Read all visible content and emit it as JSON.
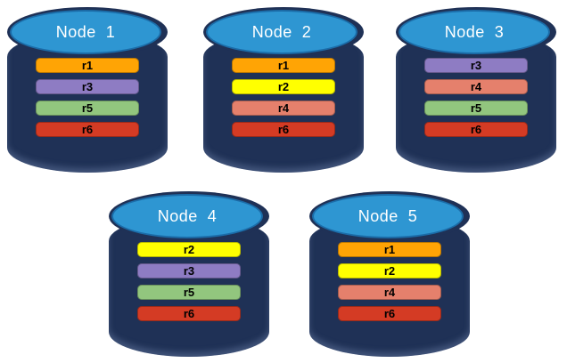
{
  "diagram": {
    "description": "Five database node cylinders showing replica placement",
    "palette": {
      "background": "#FFFFFF",
      "cylinder_body": "#1F3156",
      "cylinder_top_fill": "#2E96D2",
      "cylinder_top_border": "#1B6CA8",
      "node_label_color": "#FFFFFF",
      "replica_label_color": "#000000"
    },
    "replica_palette": {
      "r1": "#FFA405",
      "r2": "#FFFF00",
      "r3": "#8E7CC3",
      "r4": "#E5806C",
      "r5": "#92C67E",
      "r6": "#D43B24"
    }
  },
  "nodes": [
    {
      "label": "Node  1",
      "replicas": [
        {
          "label": "r1",
          "color": "#FFA405"
        },
        {
          "label": "r3",
          "color": "#8E7CC3"
        },
        {
          "label": "r5",
          "color": "#92C67E"
        },
        {
          "label": "r6",
          "color": "#D43B24"
        }
      ]
    },
    {
      "label": "Node  2",
      "replicas": [
        {
          "label": "r1",
          "color": "#FFA405"
        },
        {
          "label": "r2",
          "color": "#FFFF00"
        },
        {
          "label": "r4",
          "color": "#E5806C"
        },
        {
          "label": "r6",
          "color": "#D43B24"
        }
      ]
    },
    {
      "label": "Node  3",
      "replicas": [
        {
          "label": "r3",
          "color": "#8E7CC3"
        },
        {
          "label": "r4",
          "color": "#E5806C"
        },
        {
          "label": "r5",
          "color": "#92C67E"
        },
        {
          "label": "r6",
          "color": "#D43B24"
        }
      ]
    },
    {
      "label": "Node  4",
      "replicas": [
        {
          "label": "r2",
          "color": "#FFFF00"
        },
        {
          "label": "r3",
          "color": "#8E7CC3"
        },
        {
          "label": "r5",
          "color": "#92C67E"
        },
        {
          "label": "r6",
          "color": "#D43B24"
        }
      ]
    },
    {
      "label": "Node  5",
      "replicas": [
        {
          "label": "r1",
          "color": "#FFA405"
        },
        {
          "label": "r2",
          "color": "#FFFF00"
        },
        {
          "label": "r4",
          "color": "#E5806C"
        },
        {
          "label": "r6",
          "color": "#D43B24"
        }
      ]
    }
  ]
}
